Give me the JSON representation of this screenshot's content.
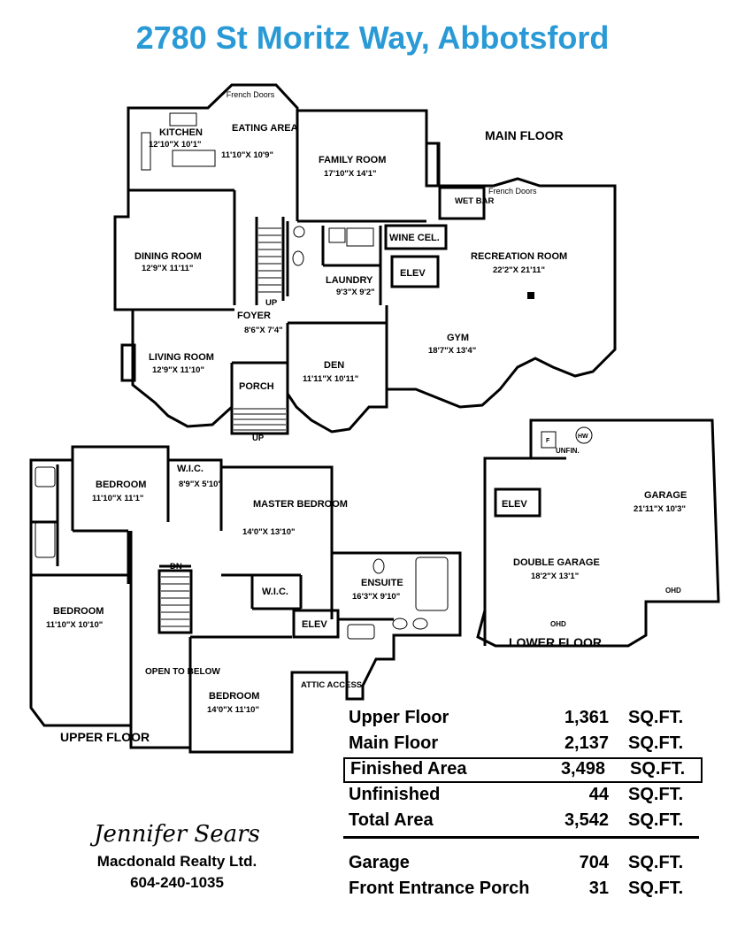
{
  "title": "2780 St Moritz Way, Abbotsford",
  "main_floor": {
    "label": "MAIN FLOOR",
    "rooms": [
      {
        "name": "KITCHEN",
        "dims": "12'10\"X 10'1\""
      },
      {
        "name": "EATING AREA",
        "dims": "11'10\"X 10'9\""
      },
      {
        "name": "FAMILY ROOM",
        "dims": "17'10\"X 14'1\""
      },
      {
        "name": "DINING ROOM",
        "dims": "12'9\"X 11'11\""
      },
      {
        "name": "LAUNDRY",
        "dims": "9'3\"X 9'2\""
      },
      {
        "name": "RECREATION ROOM",
        "dims": "22'2\"X 21'11\""
      },
      {
        "name": "FOYER",
        "dims": "8'6\"X 7'4\""
      },
      {
        "name": "LIVING ROOM",
        "dims": "12'9\"X 11'10\""
      },
      {
        "name": "DEN",
        "dims": "11'11\"X 10'11\""
      },
      {
        "name": "GYM",
        "dims": "18'7\"X 13'4\""
      }
    ],
    "labels": {
      "french_doors": "French Doors",
      "french_doors_2": "French Doors",
      "wet_bar": "WET BAR",
      "wine_cellar": "WINE CEL.",
      "elev": "ELEV",
      "porch": "PORCH",
      "up": "UP",
      "up2": "UP"
    }
  },
  "upper_floor": {
    "label": "UPPER FLOOR",
    "rooms": [
      {
        "name": "BEDROOM",
        "dims": "11'10\"X 11'1\""
      },
      {
        "name": "W.I.C.",
        "dims": "8'9\"X 5'10\""
      },
      {
        "name": "MASTER BEDROOM",
        "dims": "14'0\"X 13'10\""
      },
      {
        "name": "BEDROOM",
        "dims": "11'10\"X 10'10\""
      },
      {
        "name": "ENSUITE",
        "dims": "16'3\"X 9'10\""
      },
      {
        "name": "BEDROOM",
        "dims": "14'0\"X 11'10\""
      }
    ],
    "labels": {
      "wic2": "W.I.C.",
      "elev": "ELEV",
      "dn": "DN",
      "open_to_below": "OPEN TO BELOW",
      "attic_access": "ATTIC ACCESS"
    }
  },
  "lower_floor": {
    "label": "LOWER FLOOR",
    "rooms": [
      {
        "name": "GARAGE",
        "dims": "21'11\"X 10'3\""
      },
      {
        "name": "DOUBLE GARAGE",
        "dims": "18'2\"X 13'1\""
      }
    ],
    "labels": {
      "elev": "ELEV",
      "unfin": "UNFIN.",
      "f": "F",
      "hw": "HW",
      "ohd1": "OHD",
      "ohd2": "OHD"
    }
  },
  "areas": [
    {
      "name": "Upper Floor",
      "value": "1,361",
      "unit": "SQ.FT."
    },
    {
      "name": "Main Floor",
      "value": "2,137",
      "unit": "SQ.FT."
    },
    {
      "name": "Finished Area",
      "value": "3,498",
      "unit": "SQ.FT."
    },
    {
      "name": "Unfinished",
      "value": "44",
      "unit": "SQ.FT."
    },
    {
      "name": "Total Area",
      "value": "3,542",
      "unit": "SQ.FT."
    },
    {
      "name": "Garage",
      "value": "704",
      "unit": "SQ.FT."
    },
    {
      "name": "Front Entrance Porch",
      "value": "31",
      "unit": "SQ.FT."
    }
  ],
  "agent": {
    "name": "Jennifer Sears",
    "company": "Macdonald Realty Ltd.",
    "phone": "604-240-1035"
  }
}
